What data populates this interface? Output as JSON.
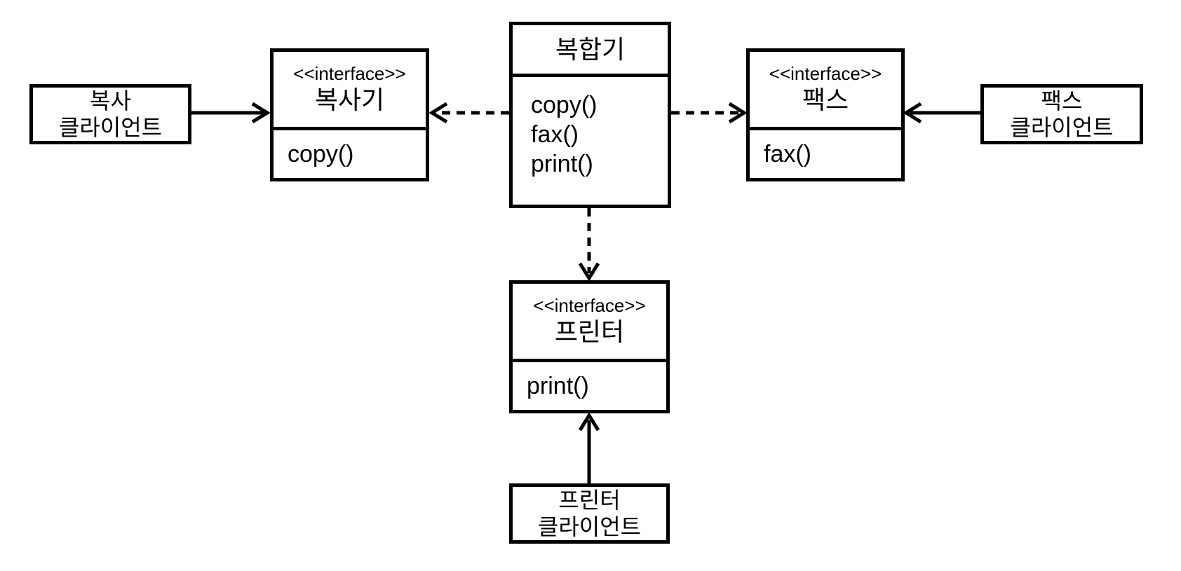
{
  "colors": {
    "line": "#000000",
    "background": "#ffffff"
  },
  "diagram": {
    "nodes": {
      "copy_client": {
        "line1": "복사",
        "line2": "클라이언트"
      },
      "copier_interface": {
        "stereotype": "<<interface>>",
        "name": "복사기",
        "methods": [
          "copy()"
        ]
      },
      "multifunction": {
        "name": "복합기",
        "methods": [
          "copy()",
          "fax()",
          "print()"
        ]
      },
      "fax_interface": {
        "stereotype": "<<interface>>",
        "name": "팩스",
        "methods": [
          "fax()"
        ]
      },
      "fax_client": {
        "line1": "팩스",
        "line2": "클라이언트"
      },
      "printer_interface": {
        "stereotype": "<<interface>>",
        "name": "프린터",
        "methods": [
          "print()"
        ]
      },
      "printer_client": {
        "line1": "프린터",
        "line2": "클라이언트"
      }
    },
    "edges": [
      {
        "from": "복사 클라이언트",
        "to": "복사기",
        "style": "solid-arrow"
      },
      {
        "from": "복합기",
        "to": "복사기",
        "style": "dashed-arrow"
      },
      {
        "from": "복합기",
        "to": "팩스",
        "style": "dashed-arrow"
      },
      {
        "from": "복합기",
        "to": "프린터",
        "style": "dashed-arrow"
      },
      {
        "from": "팩스 클라이언트",
        "to": "팩스",
        "style": "solid-arrow"
      },
      {
        "from": "프린터 클라이언트",
        "to": "프린터",
        "style": "solid-arrow"
      }
    ]
  }
}
